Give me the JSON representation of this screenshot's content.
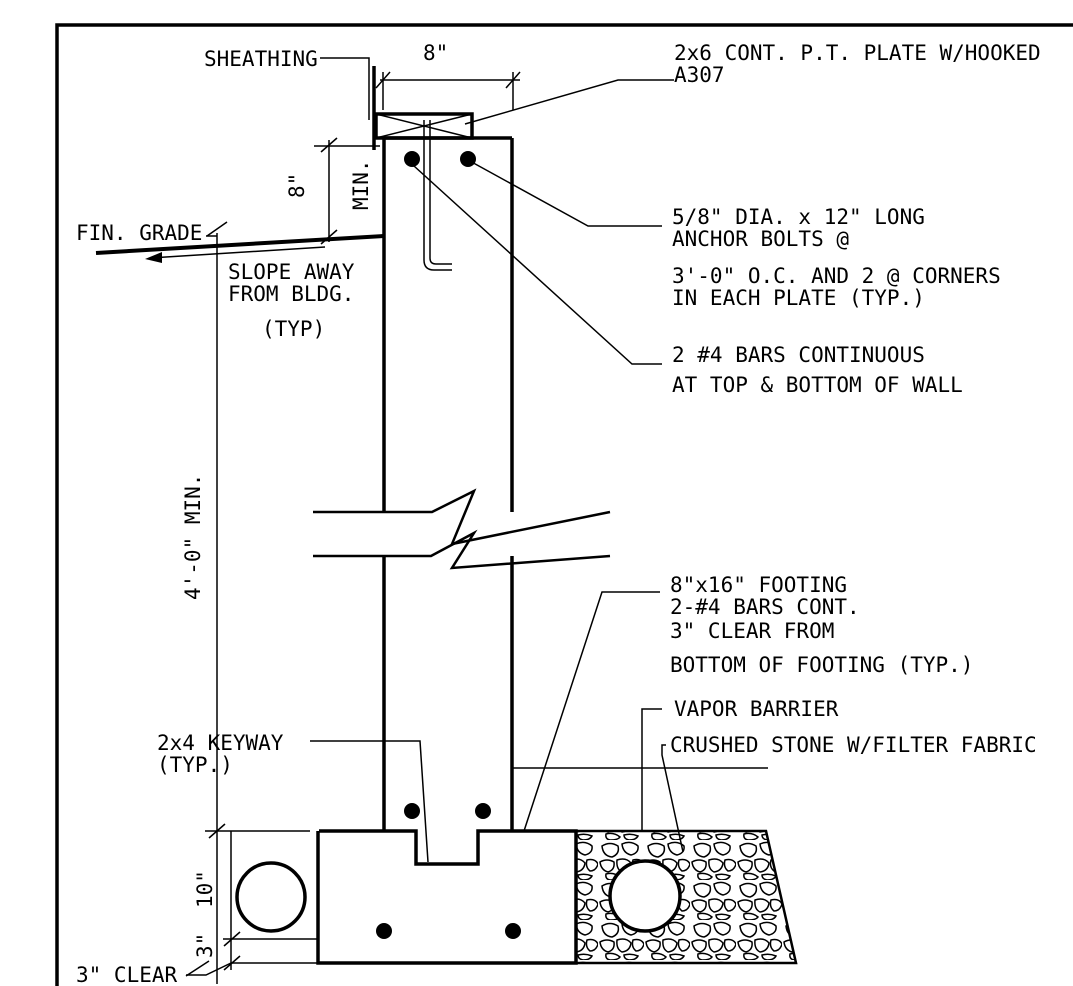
{
  "dimensions": {
    "plate_width": "8\"",
    "grade_clearance": "8\"",
    "grade_clearance_min": "MIN.",
    "wall_height": "4'-0\" MIN.",
    "footing_depth": "10\"",
    "bar_clearance": "3\""
  },
  "labels": {
    "sheathing": "SHEATHING",
    "plate": [
      "2x6 CONT. P.T. PLATE W/HOOKED",
      "A307"
    ],
    "anchor_bolts": [
      "5/8\" DIA. x 12\" LONG",
      "ANCHOR BOLTS @",
      "3'-0\" O.C. AND 2 @ CORNERS",
      "IN EACH PLATE (TYP.)"
    ],
    "bars": [
      "2 #4 BARS CONTINUOUS",
      "AT TOP & BOTTOM OF WALL"
    ],
    "fin_grade": "FIN. GRADE",
    "slope": [
      "SLOPE AWAY",
      "FROM BLDG.",
      "(TYP)"
    ],
    "footing": [
      "8\"x16\" FOOTING",
      "2-#4 BARS CONT.",
      "3\" CLEAR FROM",
      "BOTTOM OF FOOTING (TYP.)"
    ],
    "vapor_barrier": "VAPOR BARRIER",
    "crushed_stone": "CRUSHED STONE W/FILTER FABRIC",
    "keyway": [
      "2x4 KEYWAY",
      "(TYP.)"
    ],
    "clear": "3\" CLEAR"
  }
}
